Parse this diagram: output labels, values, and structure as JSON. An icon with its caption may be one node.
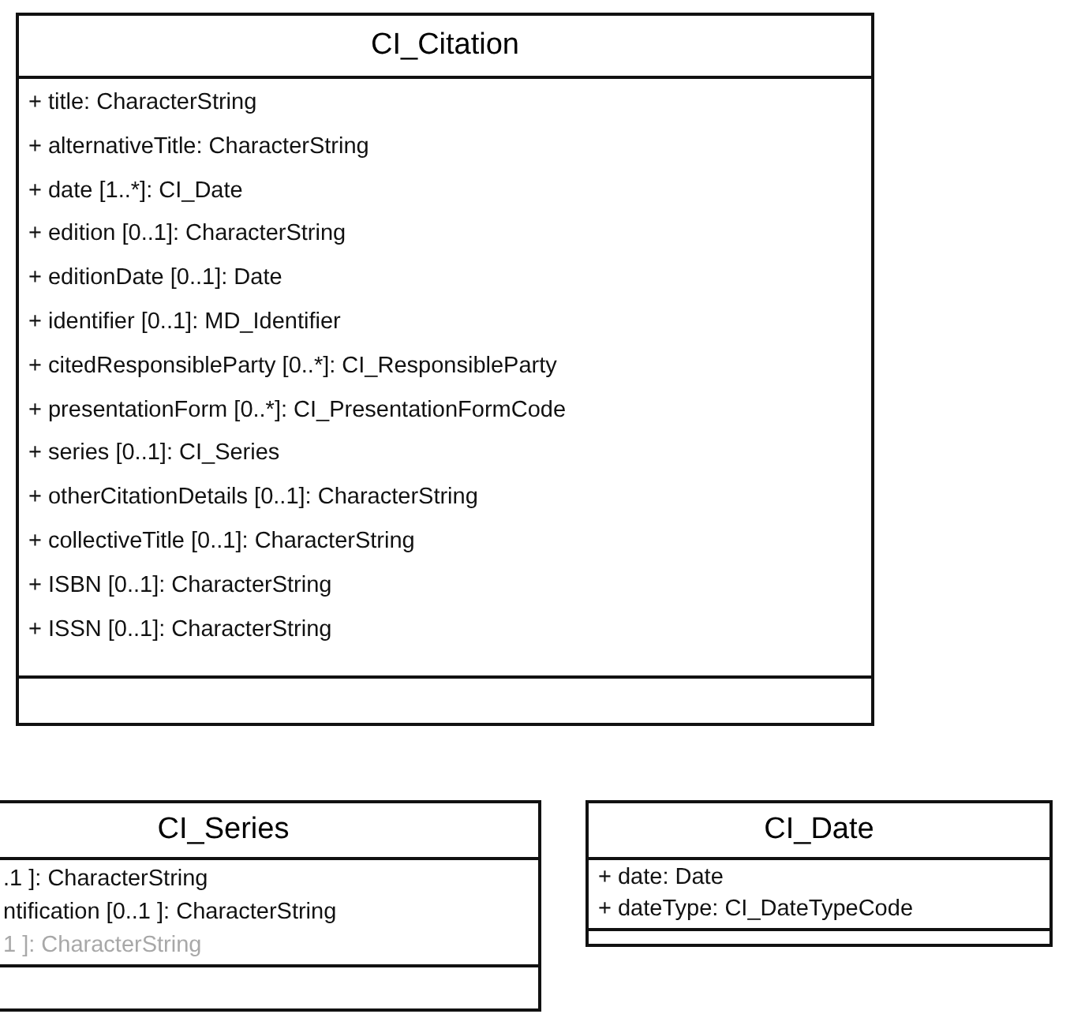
{
  "diagram": {
    "nodes": [
      {
        "text": [
          "CI_Citation",
          "+ title: CharacterString",
          "+ alternativeTitle: CharacterString",
          "+ date [1..*]: CI_Date",
          "+ edition [0..1]: CharacterString",
          "+ editionDate [0..1]: Date",
          "+ identifier [0..1]: MD_Identifier",
          "+ citedResponsibleParty [0..*]: CI_ResponsibleParty",
          "+ presentationForm [0..*]: CI_PresentationFormCode",
          "+ series [0..1]: CI_Series",
          "+ otherCitationDetails [0..1]: CharacterString",
          "+ collectiveTitle [0..1]: CharacterString",
          "+ ISBN [0..1]: CharacterString",
          "+ ISSN [0..1]: CharacterString"
        ]
      },
      {
        "text": [
          "CI_Series",
          ".1 ]: CharacterString",
          "ntification [0..1 ]: CharacterString",
          "1 ]: CharacterString"
        ]
      },
      {
        "text": [
          "CI_Date",
          "+ date: Date",
          "+ dateType: CI_DateTypeCode"
        ]
      }
    ]
  }
}
